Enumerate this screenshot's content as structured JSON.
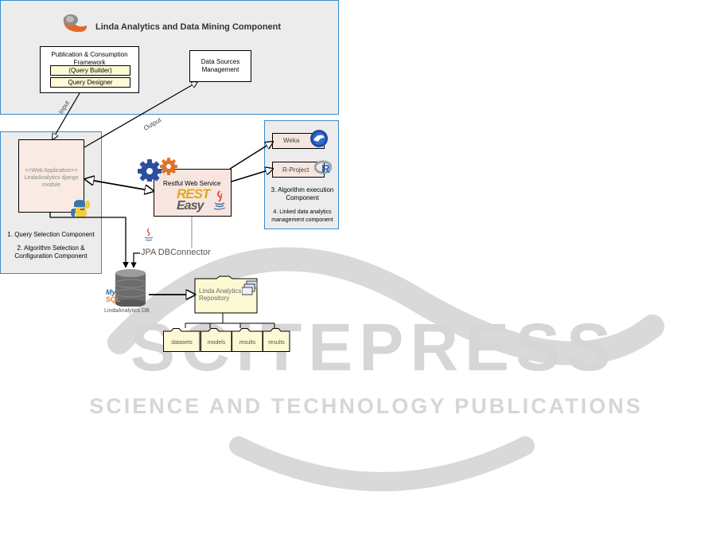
{
  "title": "Linda Analytics and Data Mining Component",
  "publication": {
    "title": "Publication & Consumption Framework",
    "query_builder": "(Query Builder)",
    "query_designer": "Query Designer"
  },
  "data_sources": "Data Sources Management",
  "arrows": {
    "input": "Input",
    "output": "Output"
  },
  "webapp": {
    "stereotype": "<<Web Application>>",
    "name": "LindaAnalytics django module",
    "comp1": "1. Query Selection Component",
    "comp2": "2. Algorithm Selection & Configuration Component"
  },
  "restful": {
    "label": "Restful Web Service",
    "rest_logo": "REST",
    "easy_logo": "Easy"
  },
  "algorithms": {
    "weka": "Weka",
    "rproject": "R-Project",
    "comp3": "3. Algorithm execution Component",
    "comp4": "4.  Linked data analytics management component"
  },
  "jpa": "JPA DBConnector",
  "db": {
    "logo_my": "My",
    "logo_sql": "SQL",
    "name": "LindaAnalytics DB"
  },
  "repository": {
    "name": "Linda Analytics Repository",
    "folders": [
      "datasets",
      "models",
      "results",
      "results"
    ]
  },
  "watermark": {
    "big": "SCITEPRESS",
    "small": "SCIENCE AND TECHNOLOGY PUBLICATIONS"
  },
  "colors": {
    "panel_border": "#3a8ccc",
    "panel_fill": "#ececec",
    "folder_fill": "#fcf9d3",
    "box_pink": "#f7e6df",
    "box_yellow": "#fdfbd6"
  }
}
